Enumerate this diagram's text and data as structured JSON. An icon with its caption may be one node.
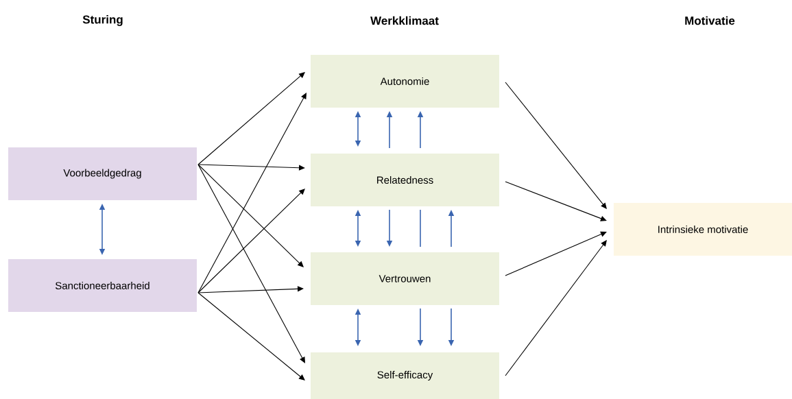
{
  "diagram": {
    "nodes": [
      {
        "text": [
          "Voorbeeldgedrag"
        ]
      },
      {
        "text": [
          "Sanctioneerbaarheid"
        ]
      },
      {
        "text": [
          "Autonomie"
        ]
      },
      {
        "text": [
          "Relatedness"
        ]
      },
      {
        "text": [
          "Vertrouwen"
        ]
      },
      {
        "text": [
          "Self-efficacy"
        ]
      },
      {
        "text": [
          "Intrinsieke motivatie"
        ]
      }
    ],
    "edges": [
      {
        "from": 0,
        "to": 2,
        "arrow": "to"
      },
      {
        "from": 0,
        "to": 3,
        "arrow": "to"
      },
      {
        "from": 0,
        "to": 4,
        "arrow": "to"
      },
      {
        "from": 0,
        "to": 5,
        "arrow": "to"
      },
      {
        "from": 1,
        "to": 2,
        "arrow": "to"
      },
      {
        "from": 1,
        "to": 3,
        "arrow": "to"
      },
      {
        "from": 1,
        "to": 4,
        "arrow": "to"
      },
      {
        "from": 1,
        "to": 5,
        "arrow": "to"
      },
      {
        "from": 2,
        "to": 6,
        "arrow": "to"
      },
      {
        "from": 3,
        "to": 6,
        "arrow": "to"
      },
      {
        "from": 4,
        "to": 6,
        "arrow": "to"
      },
      {
        "from": 5,
        "to": 6,
        "arrow": "to"
      },
      {
        "from": 0,
        "to": 1,
        "arrow": "both",
        "color": "#3a65b0"
      },
      {
        "from": 2,
        "to": 3,
        "arrow": "both",
        "color": "#3a65b0"
      },
      {
        "from": 3,
        "to": 2,
        "arrow": "to",
        "color": "#3a65b0"
      },
      {
        "from": 3,
        "to": 2,
        "arrow": "to",
        "color": "#3a65b0"
      },
      {
        "from": 3,
        "to": 4,
        "arrow": "both",
        "color": "#3a65b0"
      },
      {
        "from": 3,
        "to": 4,
        "arrow": "to",
        "color": "#3a65b0"
      },
      {
        "from": 3,
        "to": 4,
        "arrow": "none",
        "color": "#3a65b0"
      },
      {
        "from": 4,
        "to": 3,
        "arrow": "to",
        "color": "#3a65b0"
      },
      {
        "from": 4,
        "to": 5,
        "arrow": "both",
        "color": "#3a65b0"
      },
      {
        "from": 4,
        "to": 5,
        "arrow": "to",
        "color": "#3a65b0"
      },
      {
        "from": 4,
        "to": 5,
        "arrow": "to",
        "color": "#3a65b0"
      }
    ],
    "labels": [
      "Sturing",
      "Werkklimaat",
      "Motivatie"
    ]
  }
}
